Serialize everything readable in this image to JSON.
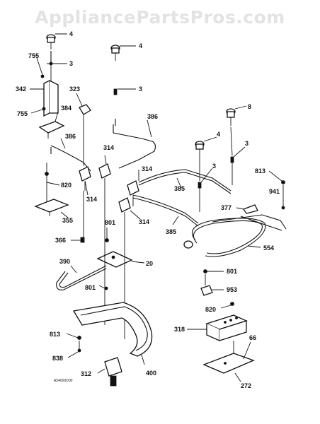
{
  "watermark": "AppliancePartsPros.com",
  "drawing_code": "A54000D00",
  "callouts": {
    "c4_top": "4",
    "c4_mid": "4",
    "c4_right": "4",
    "c3_a": "3",
    "c3_b": "3",
    "c3_c": "3",
    "c3_d": "3",
    "c755_a": "755",
    "c755_b": "755",
    "c342": "342",
    "c323": "323",
    "c384": "384",
    "c386_a": "386",
    "c386_b": "386",
    "c314_a": "314",
    "c314_b": "314",
    "c314_c": "314",
    "c314_d": "314",
    "c820_a": "820",
    "c820_b": "820",
    "c355": "355",
    "c366": "366",
    "c801_a": "801",
    "c801_b": "801",
    "c801_c": "801",
    "c390": "390",
    "c20": "20",
    "c8": "8",
    "c813_a": "813",
    "c813_b": "813",
    "c941": "941",
    "c385_a": "385",
    "c385_b": "385",
    "c377": "377",
    "c554": "554",
    "c953": "953",
    "c318": "318",
    "c66": "66",
    "c272": "272",
    "c838": "838",
    "c312": "312",
    "c400": "400"
  }
}
